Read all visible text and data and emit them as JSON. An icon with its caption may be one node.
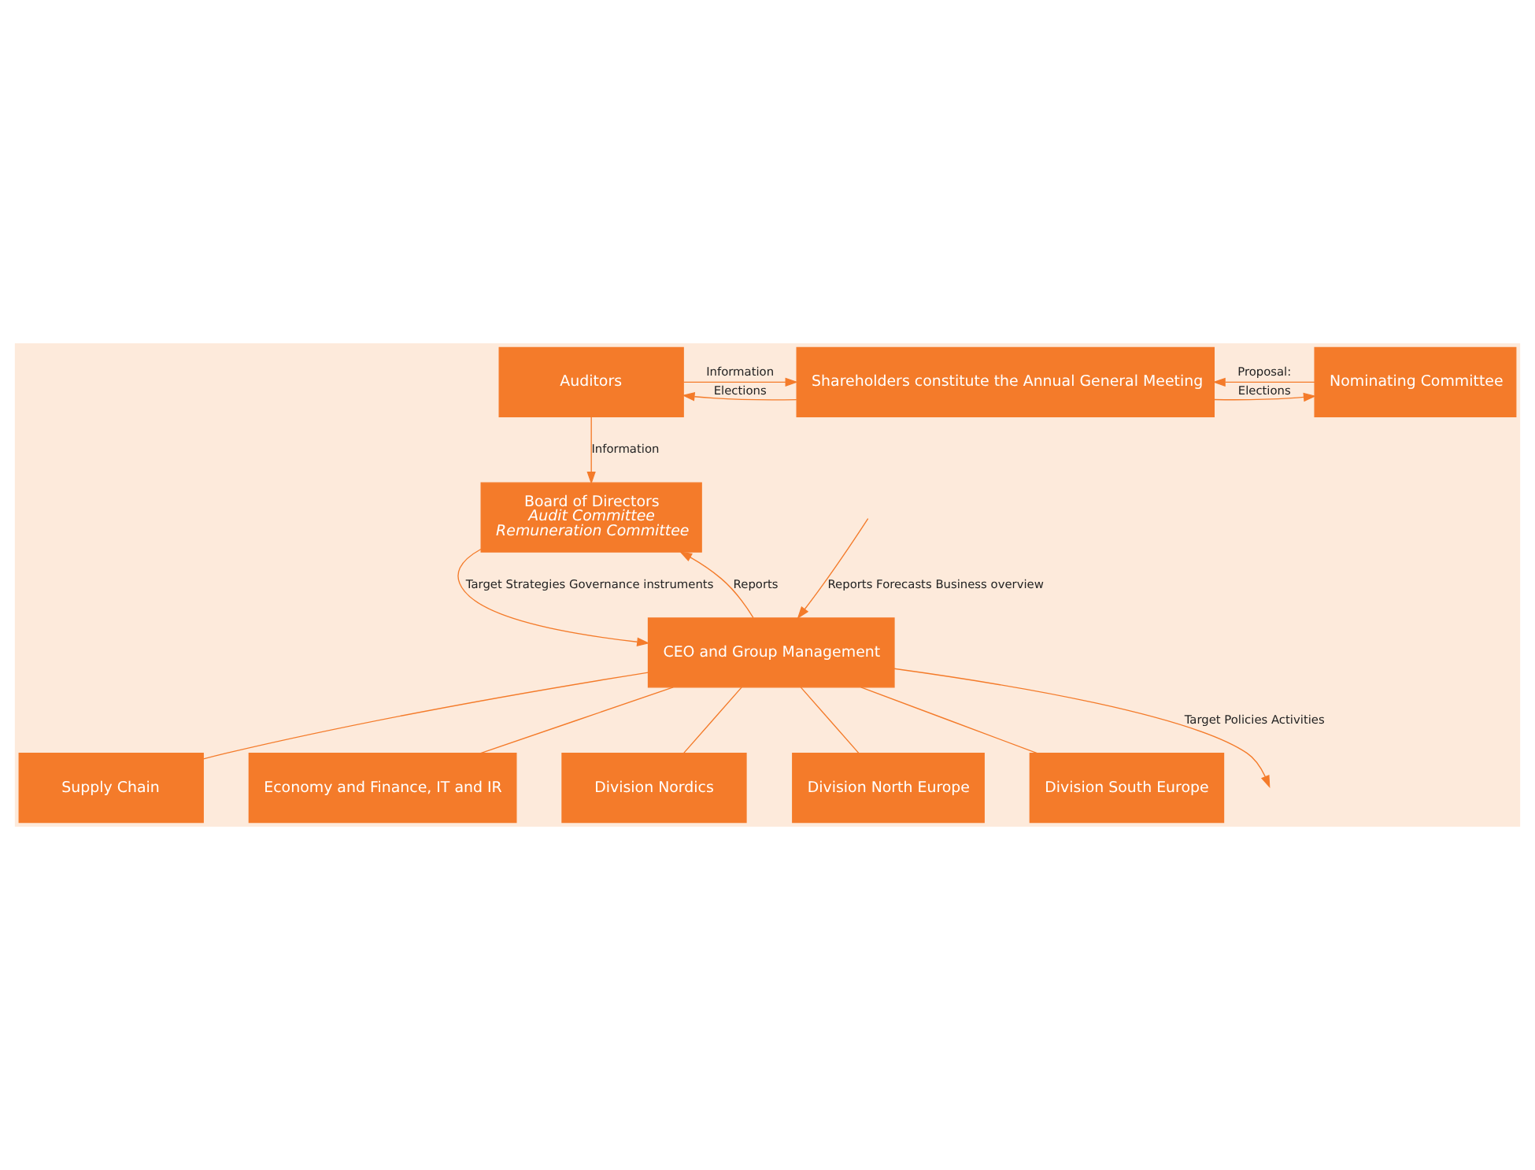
{
  "diagram": {
    "nodes": [
      {
        "text": [
          "Auditors"
        ]
      },
      {
        "text": [
          "Shareholders constitute the Annual General Meeting"
        ]
      },
      {
        "text": [
          "Nominating Committee"
        ]
      },
      {
        "text": [
          "Board of Directors",
          "Audit Committee",
          "Remuneration Committee"
        ]
      },
      {
        "text": [
          "CEO and Group Management"
        ]
      },
      {
        "text": [
          "Supply Chain"
        ]
      },
      {
        "text": [
          "Economy and Finance, IT and IR"
        ]
      },
      {
        "text": [
          "Division Nordics"
        ]
      },
      {
        "text": [
          "Division North Europe"
        ]
      },
      {
        "text": [
          "Division South Europe"
        ]
      }
    ],
    "edges": [
      {
        "from": 0,
        "to": 1,
        "arrow": "to",
        "label": "Information"
      },
      {
        "from": 1,
        "to": 0,
        "arrow": "to",
        "label": "Elections"
      },
      {
        "from": 2,
        "to": 1,
        "arrow": "to",
        "label": "Proposal:"
      },
      {
        "from": 1,
        "to": 2,
        "arrow": "to",
        "label": "Elections"
      },
      {
        "from": 0,
        "to": 3,
        "arrow": "to",
        "label": "Information"
      },
      {
        "from": 3,
        "to": 4,
        "arrow": "to",
        "label": "Target Strategies Governance instruments"
      },
      {
        "from": 4,
        "to": 3,
        "arrow": "to",
        "label": "Reports"
      },
      {
        "from": 4,
        "to": null,
        "arrow": "to",
        "label": "Target Policies Activities"
      },
      {
        "from": null,
        "to": 4,
        "arrow": "to",
        "label": "Reports Forecasts Business overview"
      },
      {
        "from": 4,
        "to": 5,
        "arrow": "none"
      },
      {
        "from": 4,
        "to": 6,
        "arrow": "none"
      },
      {
        "from": 4,
        "to": 7,
        "arrow": "none"
      },
      {
        "from": 4,
        "to": 8,
        "arrow": "none"
      },
      {
        "from": 4,
        "to": 9,
        "arrow": "none"
      }
    ]
  }
}
